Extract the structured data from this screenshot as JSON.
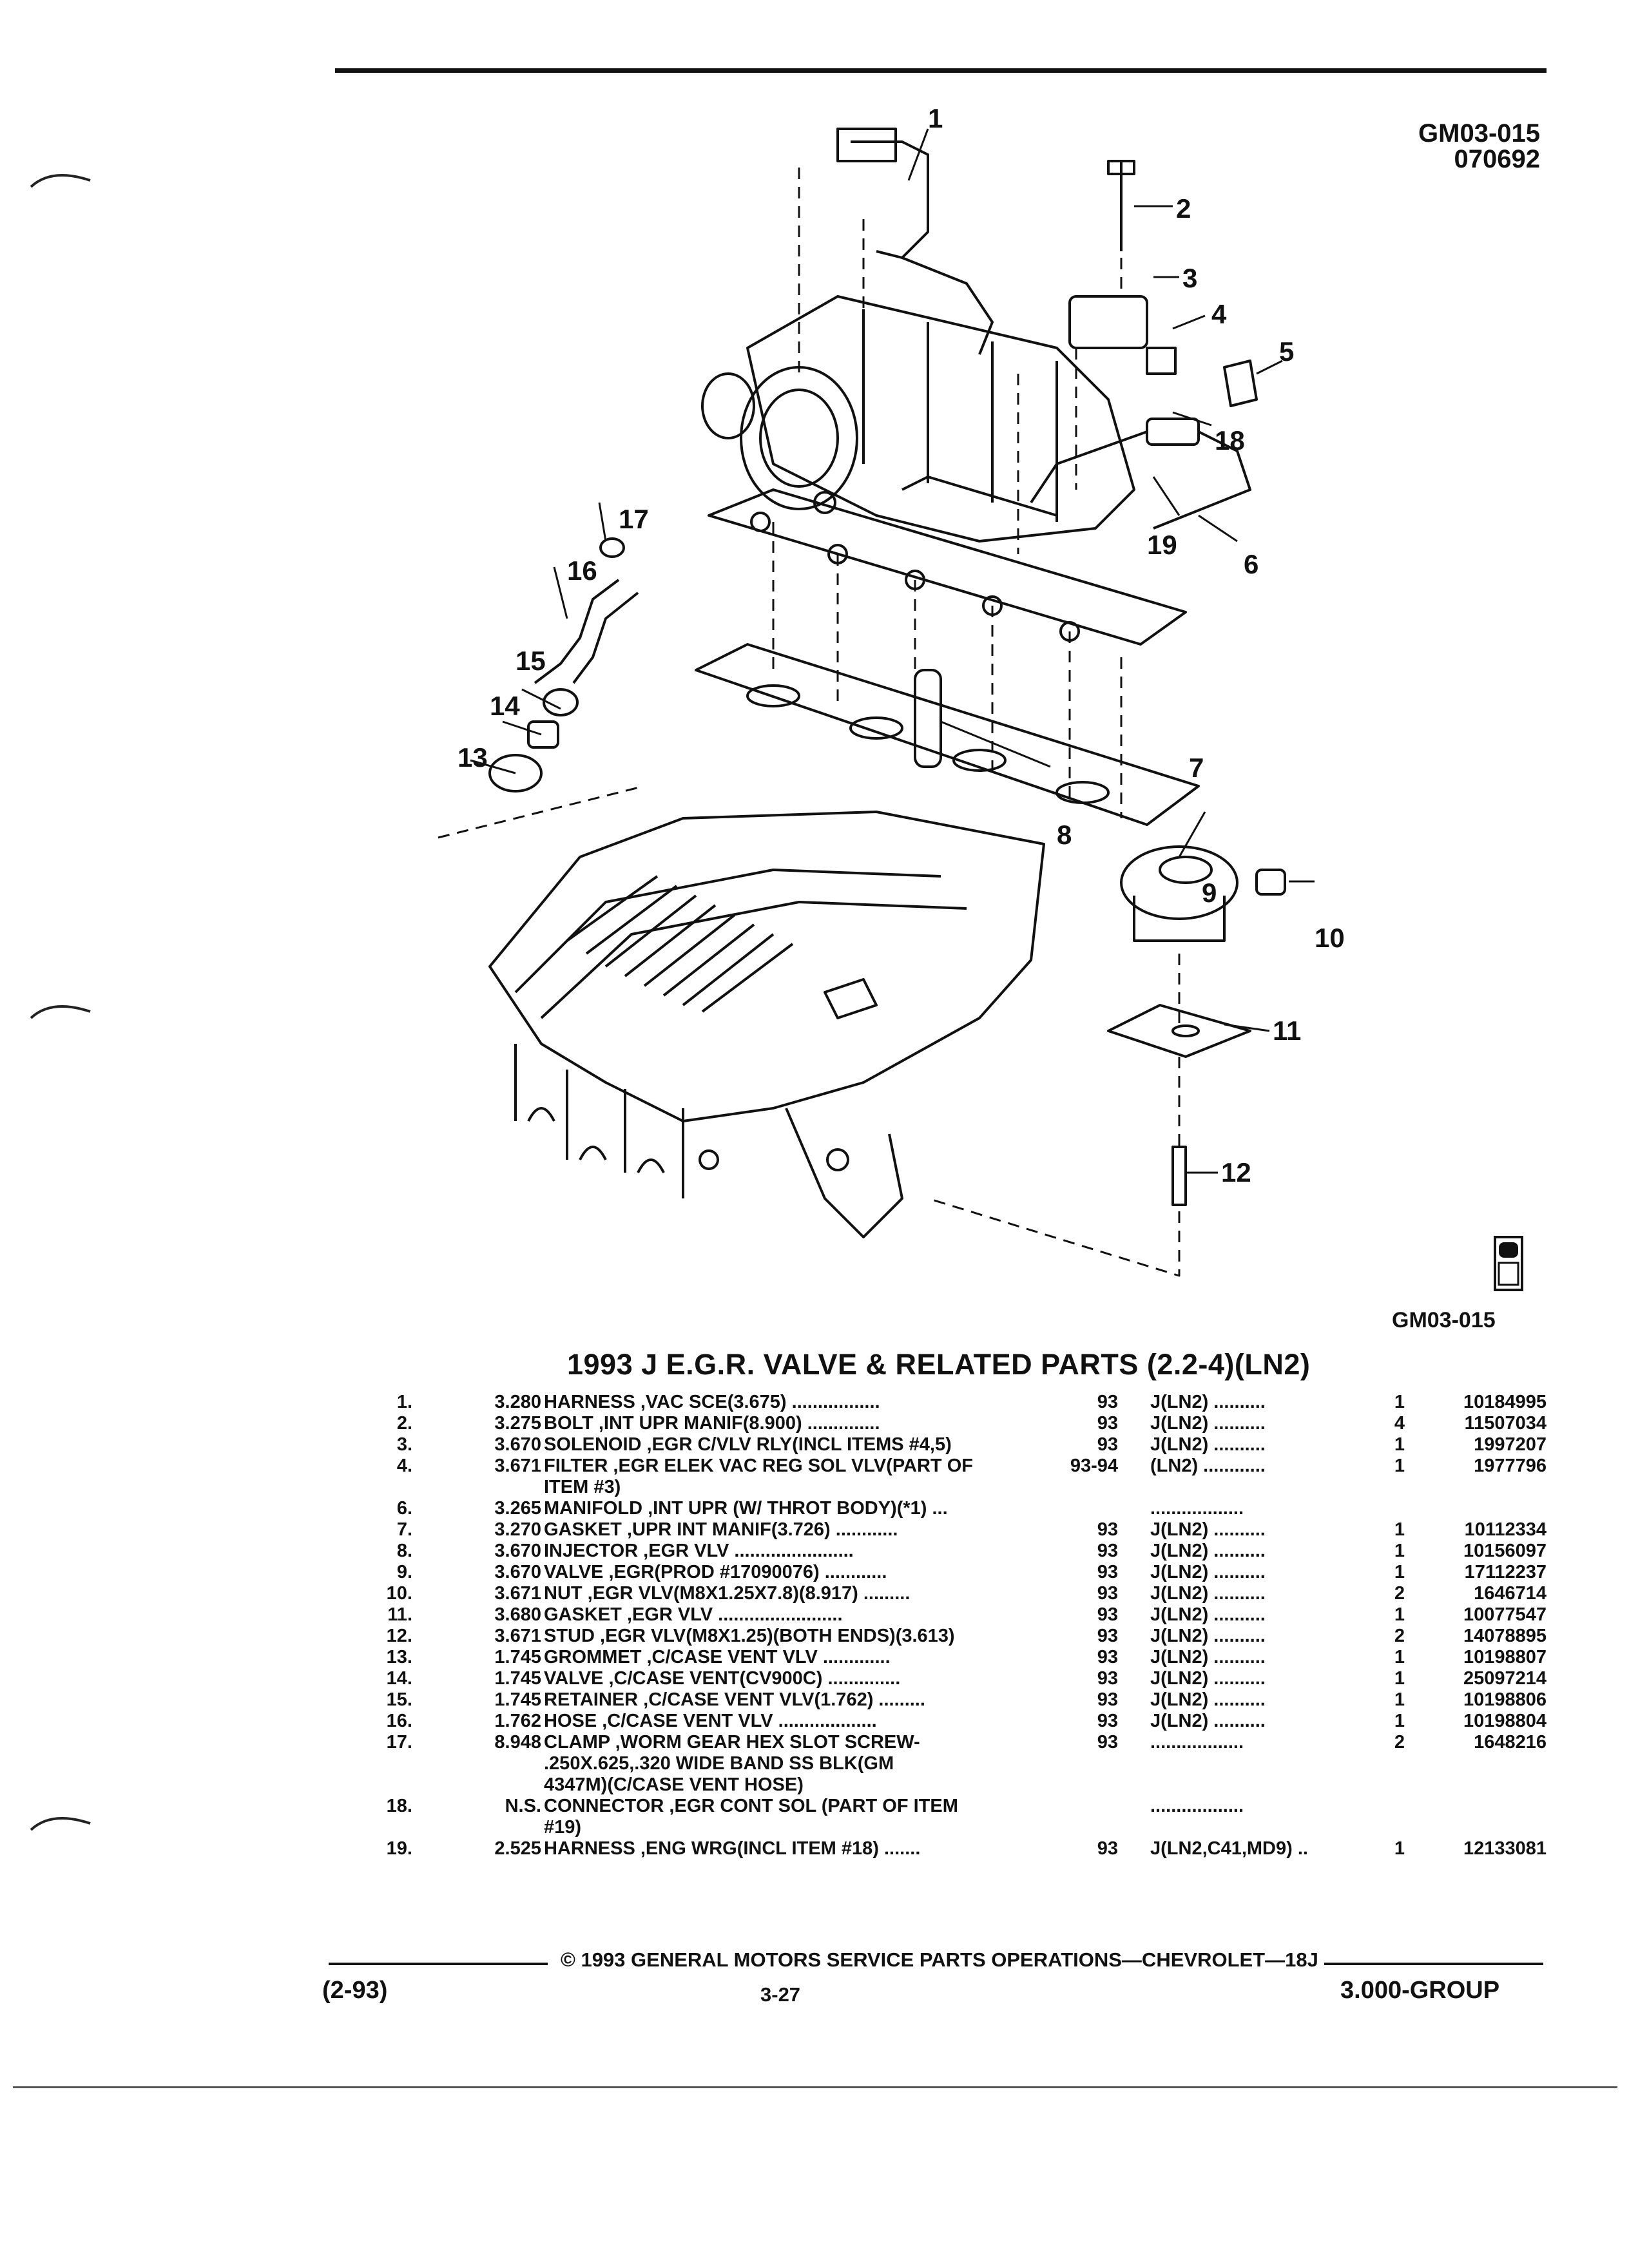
{
  "header": {
    "doc_code": "GM03-015",
    "doc_date": "070692"
  },
  "figure": {
    "id": "GM03-015",
    "callouts": [
      "1",
      "2",
      "3",
      "4",
      "5",
      "6",
      "7",
      "8",
      "9",
      "10",
      "11",
      "12",
      "13",
      "14",
      "15",
      "16",
      "17",
      "18",
      "19"
    ]
  },
  "section_title": "1993 J E.G.R. VALVE & RELATED PARTS (2.2-4)(LN2)",
  "parts": [
    {
      "num": "1.",
      "grp": "3.280",
      "name": "HARNESS",
      "desc": ",VAC SCE(3.675) .................",
      "year": "93",
      "model": "J(LN2) ..........",
      "qty": "1",
      "part": "10184995"
    },
    {
      "num": "2.",
      "grp": "3.275",
      "name": "BOLT",
      "desc": ",INT UPR MANIF(8.900) ..............",
      "year": "93",
      "model": "J(LN2) ..........",
      "qty": "4",
      "part": "11507034"
    },
    {
      "num": "3.",
      "grp": "3.670",
      "name": "SOLENOID",
      "desc": ",EGR C/VLV RLY(INCL ITEMS #4,5)",
      "year": "93",
      "model": "J(LN2) ..........",
      "qty": "1",
      "part": "1997207"
    },
    {
      "num": "4.",
      "grp": "3.671",
      "name": "FILTER",
      "desc": ",EGR ELEK VAC REG SOL VLV(PART OF\nITEM #3)",
      "year": "93-94",
      "model": "(LN2) ............",
      "qty": "1",
      "part": "1977796"
    },
    {
      "num": "6.",
      "grp": "3.265",
      "name": "MANIFOLD",
      "desc": ",INT UPR (W/ THROT BODY)(*1) ...",
      "year": "",
      "model": "..................",
      "qty": "",
      "part": ""
    },
    {
      "num": "7.",
      "grp": "3.270",
      "name": "GASKET",
      "desc": ",UPR INT MANIF(3.726) ............",
      "year": "93",
      "model": "J(LN2) ..........",
      "qty": "1",
      "part": "10112334"
    },
    {
      "num": "8.",
      "grp": "3.670",
      "name": "INJECTOR",
      "desc": ",EGR VLV .......................",
      "year": "93",
      "model": "J(LN2) ..........",
      "qty": "1",
      "part": "10156097"
    },
    {
      "num": "9.",
      "grp": "3.670",
      "name": "VALVE",
      "desc": ",EGR(PROD #17090076) ............",
      "year": "93",
      "model": "J(LN2) ..........",
      "qty": "1",
      "part": "17112237"
    },
    {
      "num": "10.",
      "grp": "3.671",
      "name": "NUT",
      "desc": ",EGR VLV(M8X1.25X7.8)(8.917) .........",
      "year": "93",
      "model": "J(LN2) ..........",
      "qty": "2",
      "part": "1646714"
    },
    {
      "num": "11.",
      "grp": "3.680",
      "name": "GASKET",
      "desc": ",EGR VLV ........................",
      "year": "93",
      "model": "J(LN2) ..........",
      "qty": "1",
      "part": "10077547"
    },
    {
      "num": "12.",
      "grp": "3.671",
      "name": "STUD",
      "desc": ",EGR VLV(M8X1.25)(BOTH ENDS)(3.613)",
      "year": "93",
      "model": "J(LN2) ..........",
      "qty": "2",
      "part": "14078895"
    },
    {
      "num": "13.",
      "grp": "1.745",
      "name": "GROMMET",
      "desc": ",C/CASE VENT VLV .............",
      "year": "93",
      "model": "J(LN2) ..........",
      "qty": "1",
      "part": "10198807"
    },
    {
      "num": "14.",
      "grp": "1.745",
      "name": "VALVE",
      "desc": ",C/CASE VENT(CV900C) ..............",
      "year": "93",
      "model": "J(LN2) ..........",
      "qty": "1",
      "part": "25097214"
    },
    {
      "num": "15.",
      "grp": "1.745",
      "name": "RETAINER",
      "desc": ",C/CASE VENT VLV(1.762) .........",
      "year": "93",
      "model": "J(LN2) ..........",
      "qty": "1",
      "part": "10198806"
    },
    {
      "num": "16.",
      "grp": "1.762",
      "name": "HOSE",
      "desc": ",C/CASE VENT VLV ...................",
      "year": "93",
      "model": "J(LN2) ..........",
      "qty": "1",
      "part": "10198804"
    },
    {
      "num": "17.",
      "grp": "8.948",
      "name": "CLAMP",
      "desc": ",WORM GEAR HEX SLOT SCREW-\n.250X.625,.320 WIDE BAND SS BLK(GM\n4347M)(C/CASE VENT HOSE)",
      "year": "93",
      "model": "..................",
      "qty": "2",
      "part": "1648216"
    },
    {
      "num": "18.",
      "grp": "N.S.",
      "name": "CONNECTOR",
      "desc": ",EGR CONT SOL (PART OF ITEM\n#19)",
      "year": "",
      "model": "..................",
      "qty": "",
      "part": ""
    },
    {
      "num": "19.",
      "grp": "2.525",
      "name": "HARNESS",
      "desc": ",ENG WRG(INCL ITEM #18) .......",
      "year": "93",
      "model": "J(LN2,C41,MD9) ..",
      "qty": "1",
      "part": "12133081"
    }
  ],
  "footer": {
    "copyright": "© 1993 GENERAL MOTORS SERVICE PARTS OPERATIONS—CHEVROLET—18J",
    "date_code": "(2-93)",
    "page": "3-27",
    "group": "3.000-GROUP"
  },
  "icon_names": [
    "parts-catalog-icon"
  ]
}
